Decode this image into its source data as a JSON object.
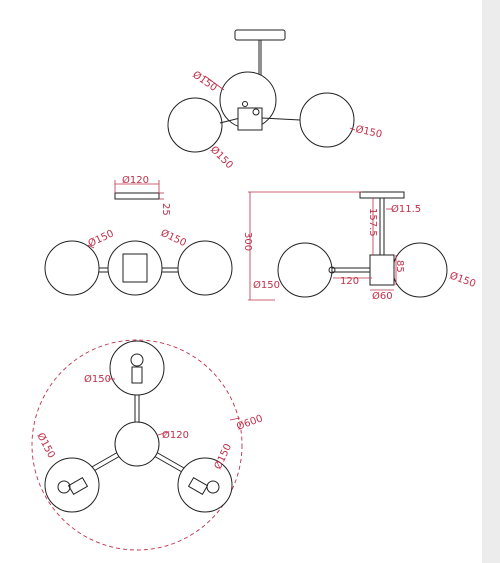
{
  "colors": {
    "line": "#222222",
    "dimension": "#c0304a",
    "background": "#ffffff"
  },
  "top_view": {
    "labels": [
      "Ø150",
      "Ø150",
      "Ø150"
    ]
  },
  "canopy_view": {
    "diameter": "Ø120",
    "height": "25"
  },
  "front_view": {
    "labels": [
      "Ø150",
      "Ø150"
    ]
  },
  "side_view": {
    "height_total": "300",
    "rod_length": "157.5",
    "rod_diameter": "Ø11.5",
    "body_height": "85",
    "arm_length": "120",
    "body_diameter": "Ø60",
    "globe_left": "Ø150",
    "globe_right": "Ø150"
  },
  "bottom_view": {
    "overall": "Ø600",
    "center": "Ø120",
    "globe_top": "Ø150",
    "globe_left": "Ø150",
    "globe_right": "Ø150"
  }
}
